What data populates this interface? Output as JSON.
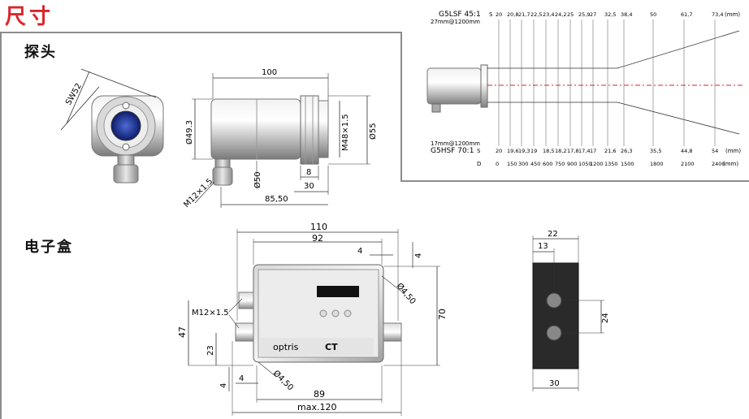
{
  "title": "尺寸",
  "probe_label": "探头",
  "box_label": "电子盒",
  "probe_dims": {
    "sw": "SW52",
    "len": "100",
    "d49": "Ø49.3",
    "m48": "M48×1.5",
    "d55": "Ø55",
    "d50": "Ø50",
    "m12": "M12×1.5",
    "d8": "8",
    "d30": "30",
    "d8550": "85,50"
  },
  "optics": {
    "top_model": "G5LSF 45:1",
    "top_note": "27mm@1200mm",
    "top_s_label": "S",
    "top_values": [
      "20",
      "20,8",
      "21,7",
      "22,5",
      "23,4",
      "24,2",
      "25",
      "25,9",
      "27",
      "32,5",
      "38,4",
      "50",
      "61,7",
      "73,4"
    ],
    "top_unit": "(mm)",
    "bottom_note": "17mm@1200mm",
    "bottom_model": "G5HSF 70:1",
    "bottom_s_label": "S",
    "bottom_values": [
      "20",
      "19,6",
      "19,3",
      "19",
      "18,5",
      "18,2",
      "17,8",
      "17,4",
      "17",
      "21,6",
      "26,3",
      "35,5",
      "44,8",
      "54"
    ],
    "bottom_unit": "(mm)",
    "d_label": "D",
    "d_values": [
      "0",
      "150",
      "300",
      "450",
      "600",
      "750",
      "900",
      "1050",
      "1200",
      "1350",
      "1500",
      "1800",
      "2100",
      "2400"
    ],
    "d_unit": "(mm)"
  },
  "box_dims": {
    "d110": "110",
    "d92": "92",
    "d4a": "4",
    "d4b": "4",
    "d450a": "Ø4,50",
    "m12": "M12×1.5",
    "d47": "47",
    "d70": "70",
    "d23": "23",
    "d4c": "4",
    "d4d": "4",
    "d450b": "Ø4,50",
    "d89": "89",
    "dmax": "max.120",
    "brand": "optris",
    "model": "CT",
    "side22": "22",
    "side13": "13",
    "side24": "24",
    "side30": "30"
  },
  "colors": {
    "accent": "#d8262b",
    "frame": "#8c8c8c"
  }
}
